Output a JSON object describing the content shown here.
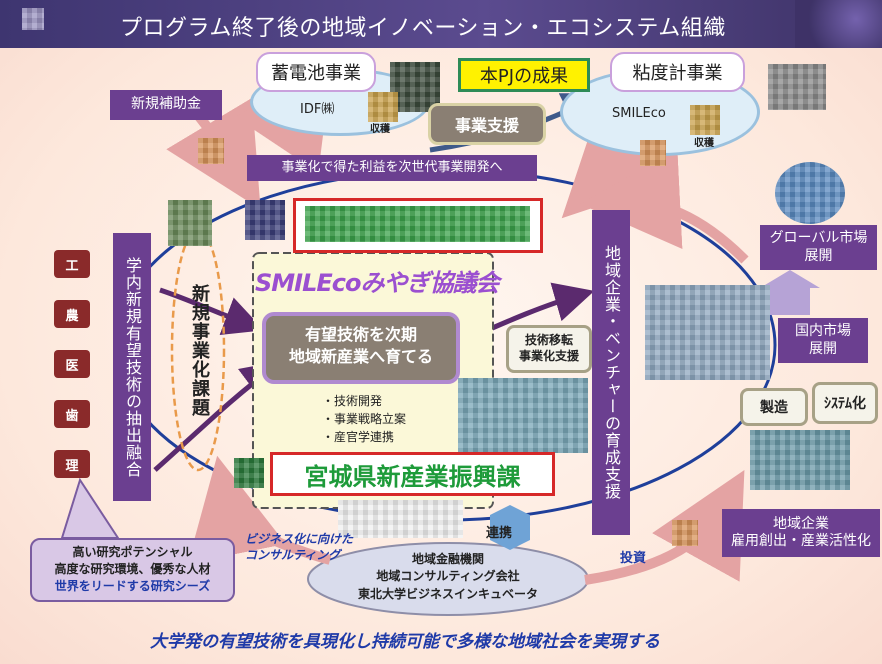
{
  "title": "プログラム終了後の地域イノベーション・エコシステム組織",
  "top": {
    "battery_business": "蓄電池事業",
    "idf": "IDF㈱",
    "harvest1": "収穫",
    "result": "本PJの成果",
    "viscometer": "粘度計事業",
    "smileco_small": "SMILEco",
    "harvest2": "収穫",
    "business_support": "事業支援",
    "new_subsidy": "新規補助金",
    "profit_flow": "事業化で得た利益を次世代事業開発へ"
  },
  "left": {
    "vertical_label": "学内新規有望技術の抽出融合",
    "faculties": [
      "工",
      "農",
      "医",
      "歯",
      "理"
    ],
    "challenge": "新規事業化課題",
    "note_lines": [
      "高い研究ポテンシャル",
      "高度な研究環境、優秀な人材",
      "世界をリードする研究シーズ"
    ]
  },
  "center": {
    "council": "SMILEcoみやぎ協議会",
    "goal_line1": "有望技術を次期",
    "goal_line2": "地域新産業へ育てる",
    "activities": [
      "・技術開発",
      "・事業戦略立案",
      "・産官学連携"
    ],
    "tech_transfer_line1": "技術移転",
    "tech_transfer_line2": "事業化支援",
    "prefecture": "宮城県新産業振興課"
  },
  "right": {
    "vertical_label": "地域企業・ベンチャーの育成支援",
    "global_line1": "グローバル市場",
    "global_line2": "展開",
    "domestic_line1": "国内市場",
    "domestic_line2": "展開",
    "manufacturing": "製造",
    "system": "ｼｽﾃﾑ化",
    "regional_line1": "地域企業",
    "regional_line2": "雇用創出・産業活性化"
  },
  "bottom": {
    "consulting_line1": "ビジネス化に向けた",
    "consulting_line2": "コンサルティング",
    "cooperation": "連携",
    "investment": "投資",
    "finance_lines": [
      "地域金融機関",
      "地域コンサルティング会社",
      "東北大学ビジネスインキュベータ"
    ],
    "slogan": "大学発の有望技術を具現化し持続可能で多様な地域社会を実現する"
  },
  "colors": {
    "header_bg": "#4a3e7e",
    "purple": "#6b3f90",
    "ellipse_stroke": "#1f3f9a",
    "arrow_pink": "#e4a3a3",
    "arrow_dark": "#5b2a6e",
    "red_frame": "#d62828",
    "green_text": "#1e9b3a",
    "council_purple": "#9b4fd0",
    "slogan_blue": "#1f3aa8"
  }
}
